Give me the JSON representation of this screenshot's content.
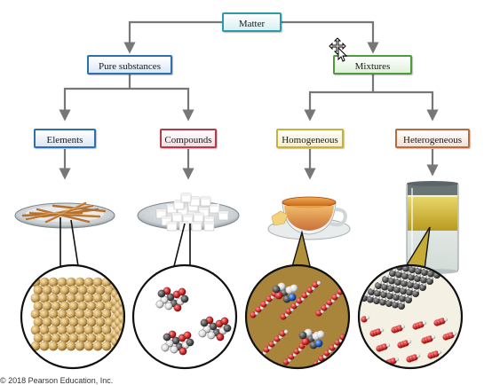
{
  "diagram": {
    "root": {
      "label": "Matter",
      "color": "#2a9ca8"
    },
    "level1": [
      {
        "label": "Pure substances",
        "color": "#2f6fb0"
      },
      {
        "label": "Mixtures",
        "color": "#4f9a3c"
      }
    ],
    "level2": [
      {
        "label": "Elements",
        "color": "#2f6fb0"
      },
      {
        "label": "Compounds",
        "color": "#b8384a"
      },
      {
        "label": "Homogeneous",
        "color": "#c9b23a"
      },
      {
        "label": "Heterogeneous",
        "color": "#b96a3e"
      }
    ],
    "arrow_color": "#777777"
  },
  "images": [
    {
      "name": "copper-rods-on-plate"
    },
    {
      "name": "sugar-cubes-on-plate"
    },
    {
      "name": "cup-of-tea"
    },
    {
      "name": "glass-of-oil-and-water"
    }
  ],
  "footer": {
    "copyright": "© 2018 Pearson Education, Inc."
  }
}
